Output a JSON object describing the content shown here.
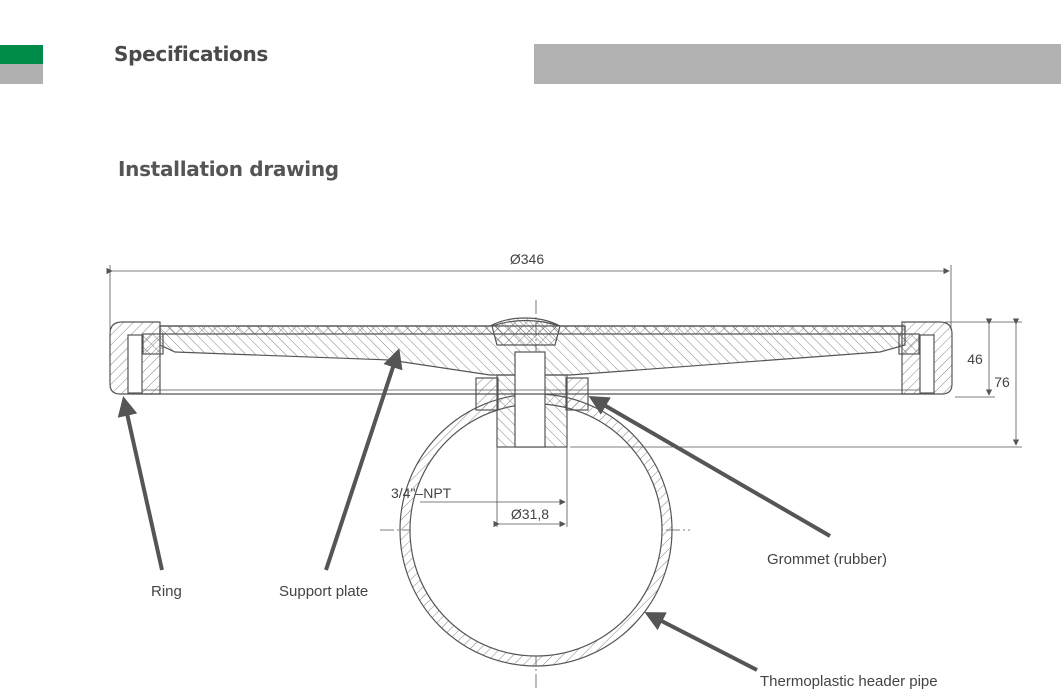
{
  "header": {
    "section_title": "Specifications",
    "accent_color": "#008a4a"
  },
  "drawing": {
    "title": "Installation drawing",
    "dimensions": {
      "diameter_overall": "Ø346",
      "height_plate": "46",
      "height_total": "76",
      "thread": "3/4\"–NPT",
      "stem_diameter": "Ø31,8"
    },
    "callouts": {
      "ring": "Ring",
      "support_plate": "Support plate",
      "grommet": "Grommet (rubber)",
      "pipe": "Thermoplastic header pipe"
    }
  }
}
